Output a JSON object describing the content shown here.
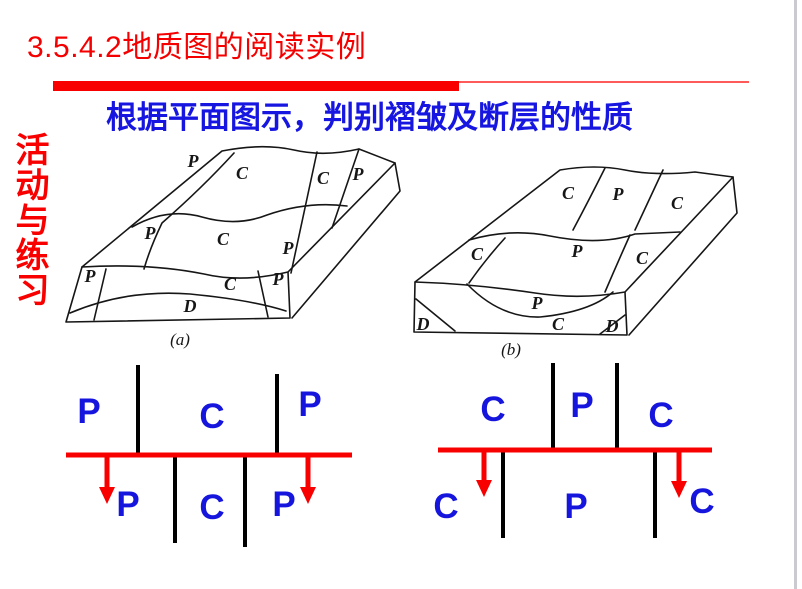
{
  "slide": {
    "title": "3.5.4.2地质图的阅读实例",
    "subtitle": "根据平面图示，判别褶皱及断层的性质",
    "side_label": "活动与练习"
  },
  "colors": {
    "accent_red": "#f80000",
    "label_blue": "#1515dd",
    "drawing_ink": "#161616",
    "border_gray": "#cbcbcf"
  },
  "block_a": {
    "caption": "(a)",
    "top_back": [
      "P",
      "C",
      "C",
      "P"
    ],
    "top_middle": [
      "P",
      "C",
      "P"
    ],
    "front": [
      "P",
      "C",
      "P"
    ],
    "front_bottom": "D"
  },
  "block_b": {
    "caption": "(b)",
    "top_back": [
      "C",
      "P",
      "C"
    ],
    "top_middle": [
      "C",
      "P",
      "C"
    ],
    "front": [
      "P",
      "C"
    ],
    "corners": [
      "D",
      "D"
    ]
  },
  "map_a": {
    "above": [
      "P",
      "C",
      "P"
    ],
    "below": [
      "P",
      "C",
      "P"
    ]
  },
  "map_b": {
    "above": [
      "C",
      "P",
      "C"
    ],
    "below": [
      "C",
      "P",
      "C"
    ]
  }
}
